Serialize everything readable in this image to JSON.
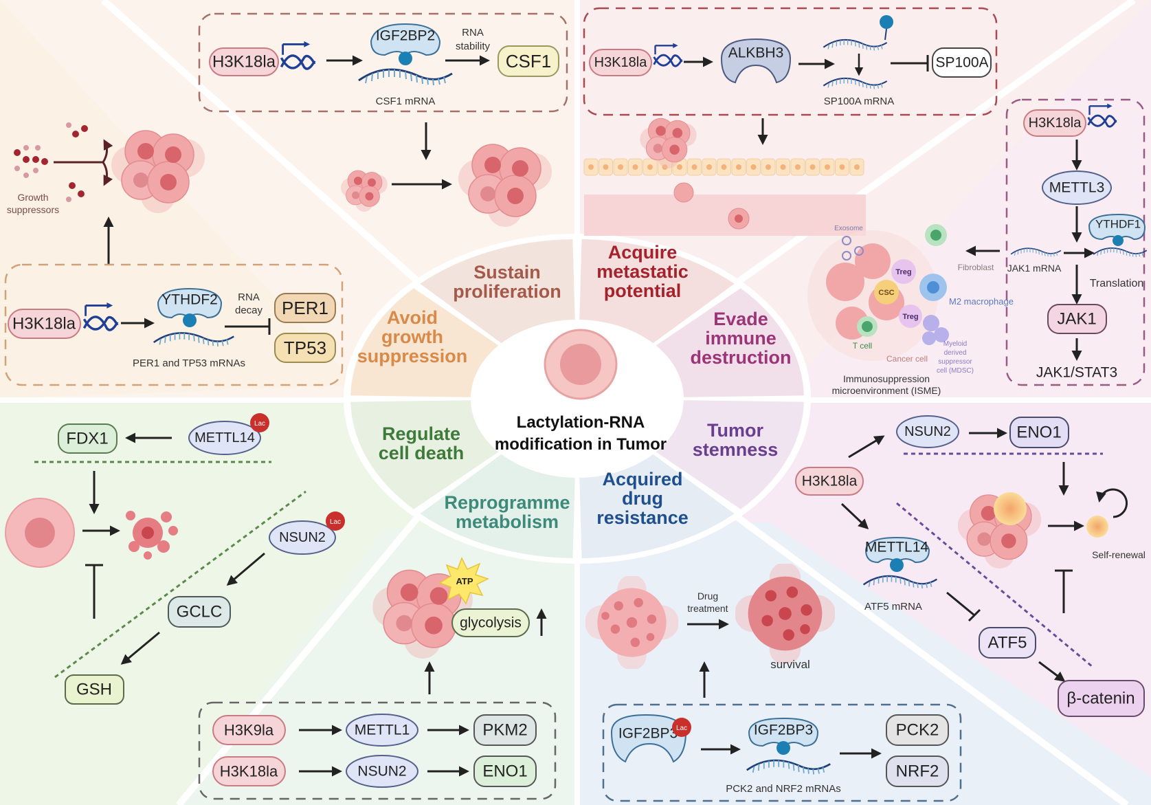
{
  "title": {
    "line1": "Lactylation-RNA",
    "line2": "modification in Tumor"
  },
  "colors": {
    "bg_sustain": "#fcf4ec",
    "bg_metastatic": "#fbeeee",
    "bg_immune": "#f9edf3",
    "bg_stemness": "#f7eaf5",
    "bg_drug": "#eaf0f8",
    "bg_metabolism": "#ecf5ee",
    "bg_death": "#eef6e8",
    "bg_avoid": "#fbf1e4",
    "lactylation_mark": "#f6d5d8",
    "reader_blue": "#cfe3f3",
    "me_ball": "#1c7fb3",
    "lac_ball": "#c9302c",
    "arrow": "#222222"
  },
  "hallmarks": [
    {
      "id": "sustain",
      "lines": [
        "Sustain",
        "proliferation"
      ],
      "color": "#a5594a"
    },
    {
      "id": "metastatic",
      "lines": [
        "Acquire",
        "metastatic",
        "potential"
      ],
      "color": "#a3222b"
    },
    {
      "id": "immune",
      "lines": [
        "Evade",
        "immune",
        "destruction"
      ],
      "color": "#9c3478"
    },
    {
      "id": "stemness",
      "lines": [
        "Tumor",
        "stemness"
      ],
      "color": "#6a3e8f"
    },
    {
      "id": "drug",
      "lines": [
        "Acquired",
        "drug",
        "resistance"
      ],
      "color": "#1f4f8c"
    },
    {
      "id": "metabolism",
      "lines": [
        "Reprogramme",
        "metabolism"
      ],
      "color": "#3d8a7a"
    },
    {
      "id": "death",
      "lines": [
        "Regulate",
        "cell death"
      ],
      "color": "#3e7a3a"
    },
    {
      "id": "avoid",
      "lines": [
        "Avoid",
        "growth",
        "suppression"
      ],
      "color": "#d88a4a"
    }
  ],
  "panels": {
    "sustain": {
      "mark": "H3K18la",
      "reader": "IGF2BP2",
      "me": "Me",
      "edge_label": [
        "RNA",
        "stability"
      ],
      "target": "CSF1",
      "mrna": "CSF1 mRNA"
    },
    "avoid": {
      "mark": "H3K18la",
      "reader": "YTHDF2",
      "me": "Me",
      "edge_label": [
        "RNA",
        "decay"
      ],
      "targets": [
        "PER1",
        "TP53"
      ],
      "mrna": "PER1 and TP53 mRNAs",
      "suppressor_label": [
        "Growth",
        "suppressors"
      ]
    },
    "metastatic": {
      "mark": "H3K18la",
      "eraser": "ALKBH3",
      "me": "Me",
      "target": "SP100A",
      "mrna": "SP100A mRNA"
    },
    "immune": {
      "mark": "H3K18la",
      "writer": "METTL3",
      "reader": "YTHDF1",
      "me": "Me",
      "mrna": "JAK1 mRNA",
      "edge_label": "Translation",
      "protein": "JAK1",
      "pathway": "JAK1/STAT3",
      "isme_cells": {
        "exosome": "Exosome",
        "treg": "Treg",
        "csc": "CSC",
        "fibroblast": "Fibroblast",
        "m2": "M2 macrophage",
        "tcell": "T cell",
        "cancer": "Cancer cell",
        "mdsc": [
          "Myeloid",
          "derived",
          "suppressor",
          "cell (MDSC)"
        ]
      },
      "isme_label": [
        "Immunosuppression",
        "microenvironment (ISME)"
      ]
    },
    "death": {
      "writer1": "METTL14",
      "lac": "Lac",
      "target1": "FDX1",
      "writer2": "NSUN2",
      "target2": "GCLC",
      "product": "GSH"
    },
    "metabolism": {
      "atp": "ATP",
      "glycolysis": "glycolysis",
      "rows": [
        {
          "mark": "H3K9la",
          "enzyme": "METTL1",
          "target": "PKM2"
        },
        {
          "mark": "H3K18la",
          "enzyme": "NSUN2",
          "target": "ENO1"
        }
      ]
    },
    "drug": {
      "drug_label": [
        "Drug",
        "treatment"
      ],
      "survival": "survival",
      "lac_protein": "IGF2BP3",
      "lac": "Lac",
      "reader": "IGF2BP3",
      "me": "Me",
      "targets": [
        "PCK2",
        "NRF2"
      ],
      "mrna": "PCK2 and NRF2 mRNAs"
    },
    "stemness": {
      "mark": "H3K18la",
      "writer1": "NSUN2",
      "target1": "ENO1",
      "writer2": "METTL14",
      "me": "Me",
      "mrna": "ATF5  mRNA",
      "atf5": "ATF5",
      "beta": "β-catenin",
      "self_renewal": "Self-renewal"
    }
  }
}
